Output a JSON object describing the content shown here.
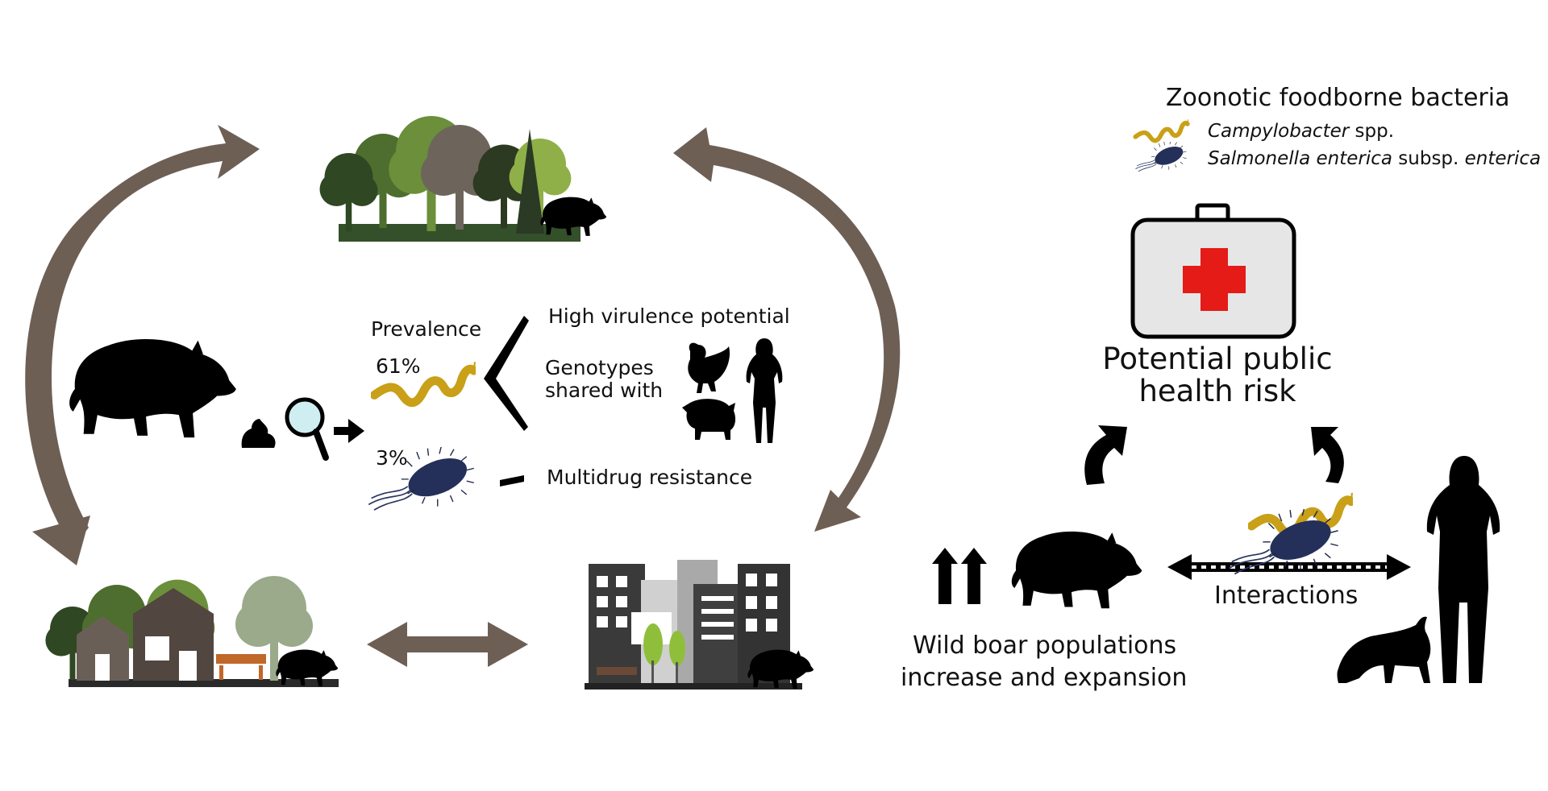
{
  "legend": {
    "title": "Zoonotic foodborne bacteria",
    "campylobacter": {
      "italic": "Campylobacter",
      "rest": " spp."
    },
    "salmonella": {
      "italic1": "Salmonella enterica",
      "mid": " subsp. ",
      "italic2": "enterica"
    }
  },
  "findings": {
    "prevalence_label": "Prevalence",
    "campylobacter_pct": "61%",
    "salmonella_pct": "3%",
    "virulence": "High virulence potential",
    "genotypes_line1": "Genotypes",
    "genotypes_line2": "shared with",
    "resistance": "Multidrug resistance"
  },
  "risk": {
    "line1": "Potential public",
    "line2": "health risk"
  },
  "populations": {
    "line1": "Wild boar populations",
    "line2": "increase and expansion"
  },
  "interactions_label": "Interactions",
  "colors": {
    "arrow_brown": "#6e5f55",
    "campylobacter": "#c9a017",
    "salmonella": "#2a3560",
    "cross_red": "#e41b17",
    "kit_fill": "#e6e6e6",
    "silhouette": "#000000"
  }
}
